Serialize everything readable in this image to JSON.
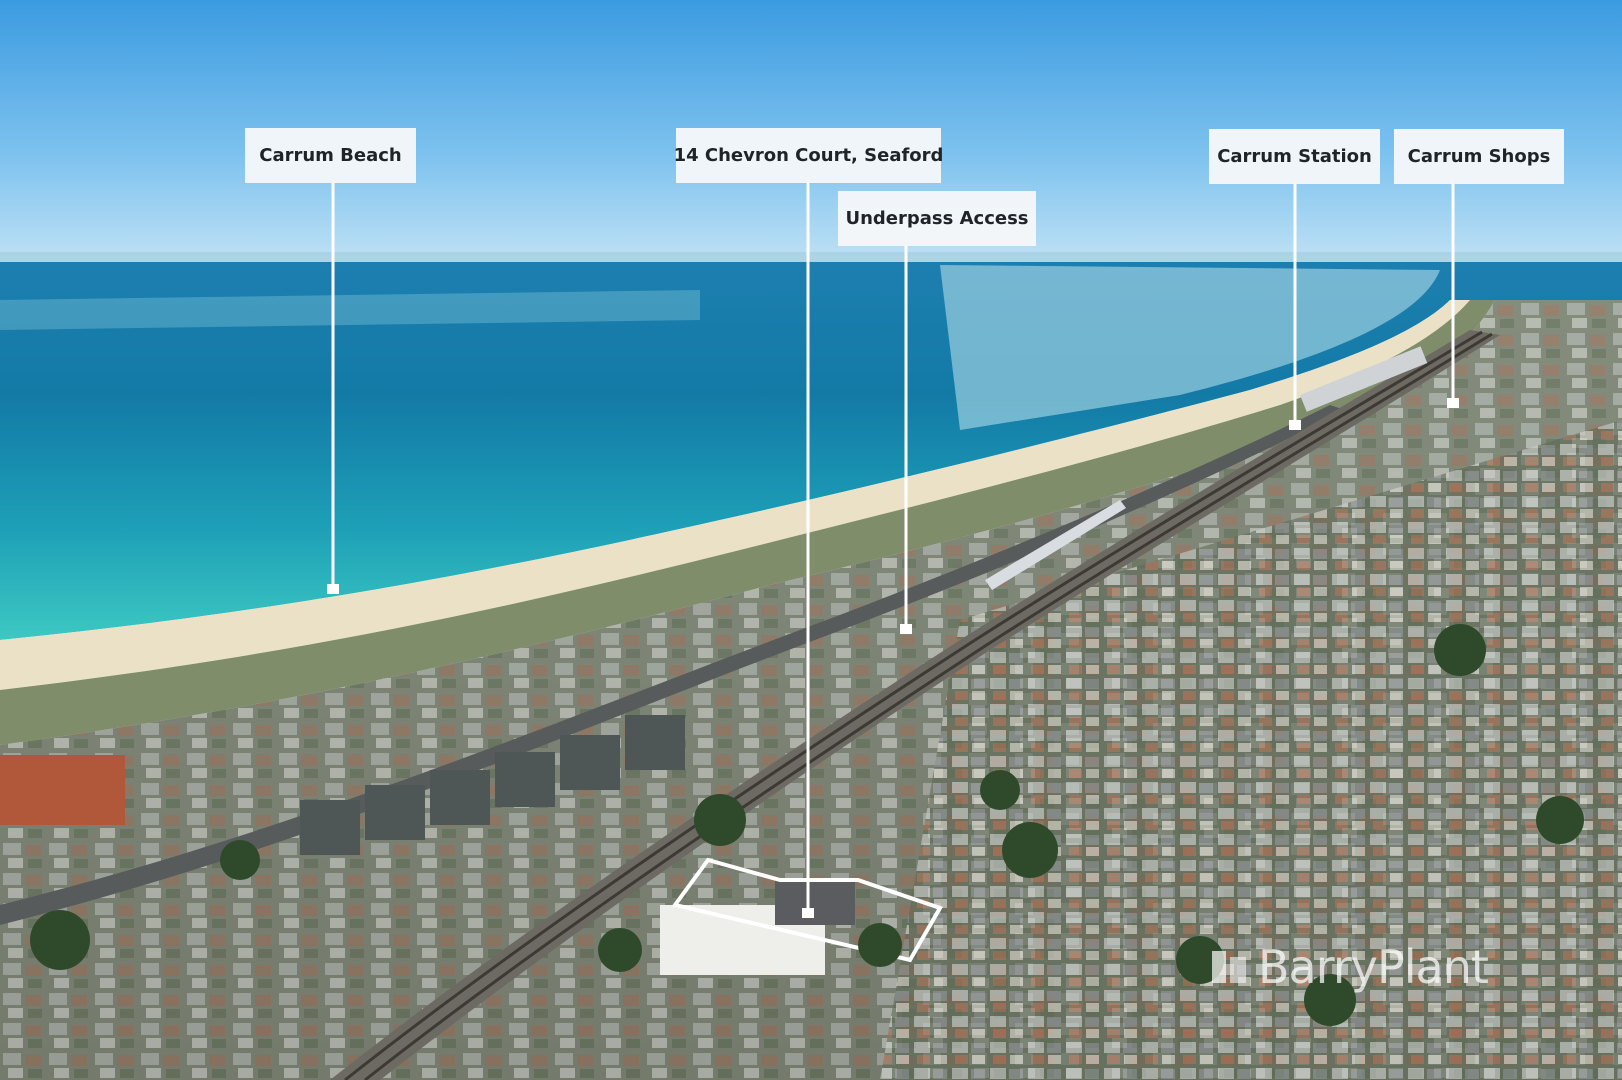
{
  "labels": {
    "carrum_beach": "Carrum Beach",
    "chevron_court": "14 Chevron Court, Seaford",
    "underpass_access": "Underpass Access",
    "carrum_station": "Carrum Station",
    "carrum_shops": "Carrum Shops"
  },
  "watermark": {
    "brand": "BarryPlant"
  },
  "colors": {
    "sky_top": "#3f9fe0",
    "sea_deep": "#0f6f9a",
    "sea_shallow": "#33c7c9",
    "sand": "#e8dfc8",
    "label_bg": "#f5f7f9",
    "label_text": "#1f2428",
    "pointer": "#ffffff"
  }
}
